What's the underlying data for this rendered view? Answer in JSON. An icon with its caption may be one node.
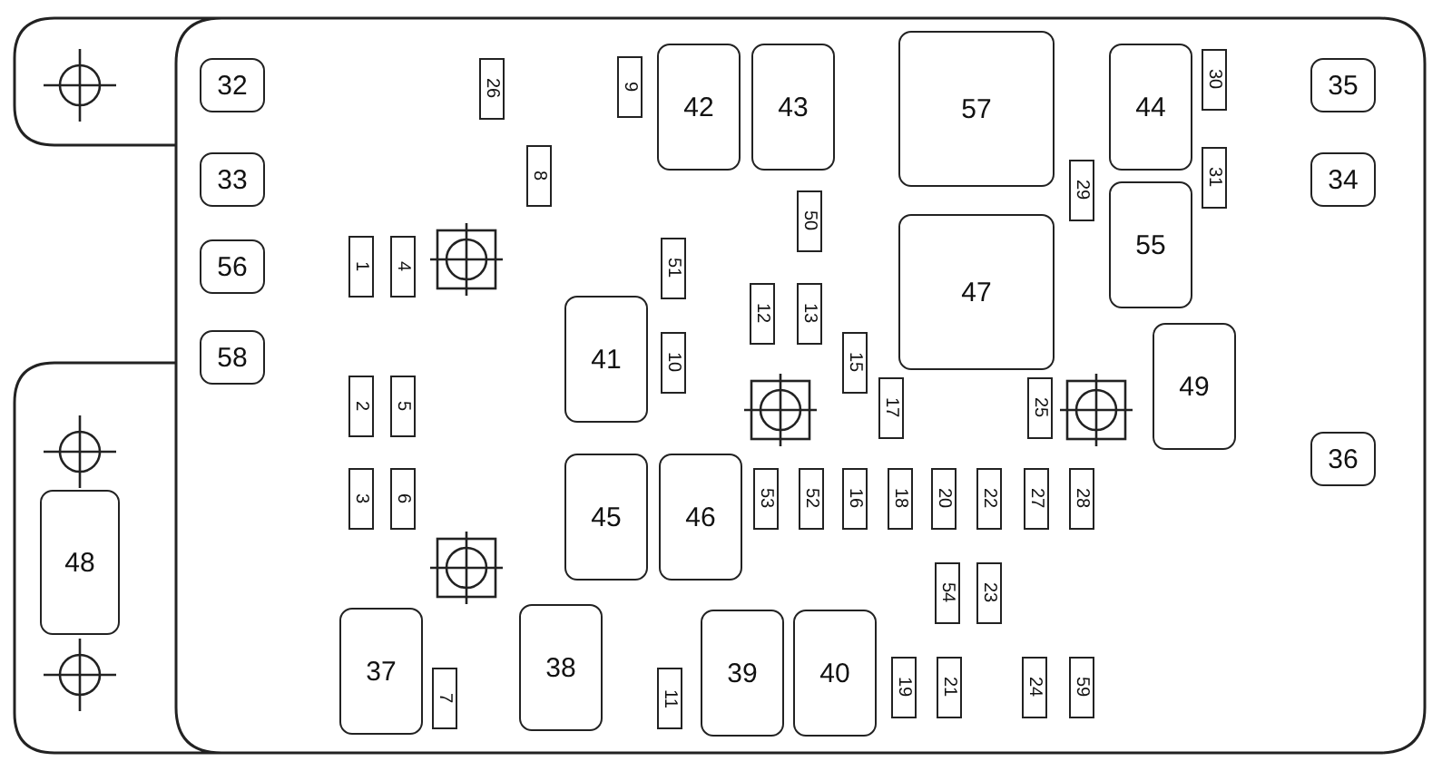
{
  "diagram": {
    "nodes": [
      {
        "text": [
          "32"
        ]
      },
      {
        "text": [
          "26"
        ]
      },
      {
        "text": [
          "9"
        ]
      },
      {
        "text": [
          "42"
        ]
      },
      {
        "text": [
          "43"
        ]
      },
      {
        "text": [
          "57"
        ]
      },
      {
        "text": [
          "44"
        ]
      },
      {
        "text": [
          "30"
        ]
      },
      {
        "text": [
          "35"
        ]
      },
      {
        "text": [
          "33"
        ]
      },
      {
        "text": [
          "8"
        ]
      },
      {
        "text": [
          "29"
        ]
      },
      {
        "text": [
          "31"
        ]
      },
      {
        "text": [
          "34"
        ]
      },
      {
        "text": [
          "50"
        ]
      },
      {
        "text": [
          "55"
        ]
      },
      {
        "text": [
          "56"
        ]
      },
      {
        "text": [
          "1"
        ]
      },
      {
        "text": [
          "4"
        ]
      },
      {
        "text": [
          "51"
        ]
      },
      {
        "text": [
          "47"
        ]
      },
      {
        "text": [
          "12"
        ]
      },
      {
        "text": [
          "13"
        ]
      },
      {
        "text": [
          "41"
        ]
      },
      {
        "text": [
          "58"
        ]
      },
      {
        "text": [
          "10"
        ]
      },
      {
        "text": [
          "15"
        ]
      },
      {
        "text": [
          "49"
        ]
      },
      {
        "text": [
          "2"
        ]
      },
      {
        "text": [
          "5"
        ]
      },
      {
        "text": [
          "17"
        ]
      },
      {
        "text": [
          "25"
        ]
      },
      {
        "text": [
          "48"
        ]
      },
      {
        "text": [
          "36"
        ]
      },
      {
        "text": [
          "3"
        ]
      },
      {
        "text": [
          "6"
        ]
      },
      {
        "text": [
          "45"
        ]
      },
      {
        "text": [
          "46"
        ]
      },
      {
        "text": [
          "53"
        ]
      },
      {
        "text": [
          "52"
        ]
      },
      {
        "text": [
          "16"
        ]
      },
      {
        "text": [
          "18"
        ]
      },
      {
        "text": [
          "20"
        ]
      },
      {
        "text": [
          "22"
        ]
      },
      {
        "text": [
          "27"
        ]
      },
      {
        "text": [
          "28"
        ]
      },
      {
        "text": [
          "54"
        ]
      },
      {
        "text": [
          "23"
        ]
      },
      {
        "text": [
          "37"
        ]
      },
      {
        "text": [
          "38"
        ]
      },
      {
        "text": [
          "39"
        ]
      },
      {
        "text": [
          "40"
        ]
      },
      {
        "text": [
          "7"
        ]
      },
      {
        "text": [
          "11"
        ]
      },
      {
        "text": [
          "19"
        ]
      },
      {
        "text": [
          "21"
        ]
      },
      {
        "text": [
          "24"
        ]
      },
      {
        "text": [
          "59"
        ]
      }
    ]
  }
}
